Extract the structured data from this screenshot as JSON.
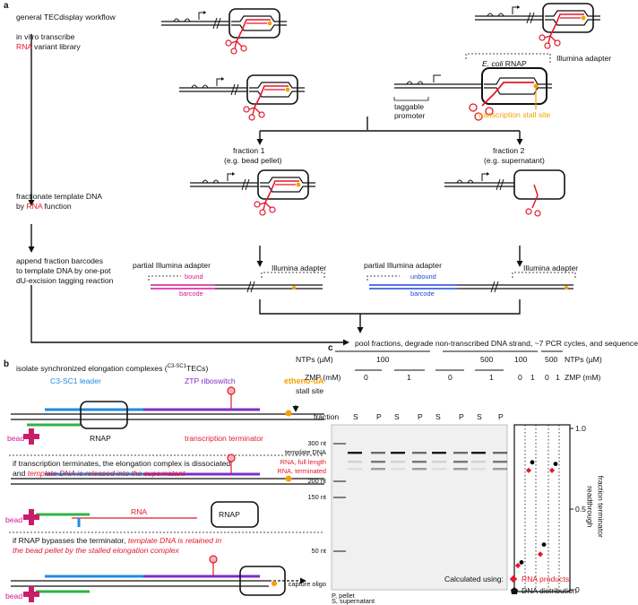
{
  "panel_a": {
    "label": "a",
    "left": {
      "workflow": "general TECdisplay workflow",
      "ivt_1": "in vitro transcribe",
      "ivt_rna": "RNA",
      "ivt_2": " variant library",
      "fract_1": "fractionate template DNA",
      "fract_2a": "by ",
      "fract_rna": "RNA",
      "fract_2b": " function",
      "append_1": "append fraction barcodes",
      "append_2": "to template DNA by one-pot",
      "append_3": "dU-excision tagging reaction"
    },
    "illumina_adapter": "Illumina adapter",
    "ecoli": "E. coli",
    "rnap": "RNAP",
    "taggable_1": "taggable",
    "taggable_2": "promoter",
    "stall_site": "transcription stall site",
    "fraction1": "fraction 1",
    "fraction1_sub": "(e.g. bead pellet)",
    "fraction2": "fraction 2",
    "fraction2_sub": "(e.g. supernatant)",
    "partial_adapter": "partial Illumina adapter",
    "bound": "bound",
    "unbound": "unbound",
    "barcode": "barcode",
    "pool": "pool fractions, degrade non-transcribed DNA strand, ~7 PCR cycles, and sequence"
  },
  "panel_b": {
    "label": "b",
    "isolate_1": "isolate synchronized elongation complexes (",
    "isolate_sup": "C3-SC1",
    "isolate_2": "TECs)",
    "leader": "C3-SC1 leader",
    "riboswitch": "ZTP riboswitch",
    "etheno": "etheno-dA",
    "stall": "stall site",
    "bead": "bead",
    "rnap": "RNAP",
    "terminator": "transcription terminator",
    "terminates_1": "if transcription terminates, the elongation complex is dissociated",
    "terminates_2a": "and ",
    "terminates_2b": "template DNA is released into the supernatant",
    "rna": "RNA",
    "bypass_1a": "if RNAP bypasses the terminator, ",
    "bypass_1b": "template DNA is retained in",
    "bypass_2": "the bead pellet by the stalled elongation complex"
  },
  "panel_c": {
    "label": "c",
    "ntps_label": "NTPs (µM)",
    "zmp_label": "ZMP (mM)",
    "fraction_label": "fraction",
    "ntp_values": [
      "100",
      "500"
    ],
    "zmp_values": [
      "0",
      "1",
      "0",
      "1"
    ],
    "fractions": [
      "S",
      "P",
      "S",
      "P",
      "S",
      "P",
      "S",
      "P"
    ],
    "right_ntps": [
      "100",
      "500"
    ],
    "right_zmp": [
      "0",
      "1",
      "0",
      "1"
    ],
    "ladder": [
      "300 nt",
      "200 nt",
      "150 nt",
      "50 nt"
    ],
    "template_dna": "template DNA",
    "rna_full": "RNA, full length",
    "rna_term": "RNA, terminated",
    "capture": "capture oligo",
    "legend_p": "P, pellet",
    "legend_s": "S, supernatant",
    "calculated": "Calculated using:",
    "rna_products": "RNA products",
    "dna_distribution": "DNA distribution",
    "yaxis_1": "fraction terminator",
    "yaxis_2": "readthrough",
    "colors": {
      "rna": "#e5182c",
      "dna": "#000000"
    },
    "chart_data": {
      "type": "scatter",
      "ylabel": "fraction terminator readthrough",
      "ylim": [
        0,
        1
      ],
      "yticks": [
        "0",
        "0.5",
        "1.0"
      ],
      "categories": [
        "100 µM, 0 mM",
        "100 µM, 1 mM",
        "500 µM, 0 mM",
        "500 µM, 1 mM"
      ],
      "series": [
        {
          "name": "RNA products",
          "values": [
            0.15,
            0.74,
            0.22,
            0.74
          ]
        },
        {
          "name": "DNA distribution",
          "values": [
            0.17,
            0.79,
            0.28,
            0.78
          ]
        }
      ]
    }
  }
}
